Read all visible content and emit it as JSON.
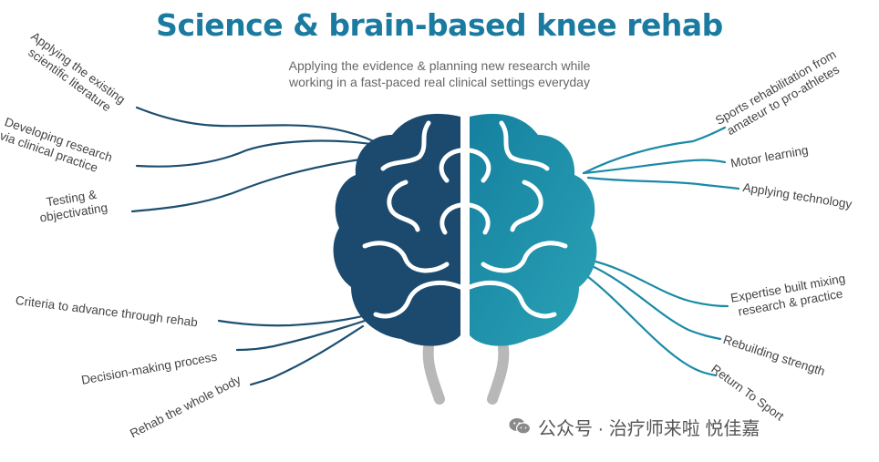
{
  "title": "Science & brain-based knee rehab",
  "subtitle": {
    "line1": "Applying the evidence & planning new research while",
    "line2": "working in a fast-paced real clinical settings everyday"
  },
  "left_labels": [
    {
      "line1": "Applying the existing",
      "line2": "scientific literature"
    },
    {
      "line1": "Developing research",
      "line2": "via clinical practice"
    },
    {
      "line1": "Testing &",
      "line2": "objectivating"
    },
    {
      "line1": "Criteria to advance through rehab"
    },
    {
      "line1": "Decision-making process"
    },
    {
      "line1": "Rehab the whole body"
    }
  ],
  "right_labels": [
    {
      "line1": "Sports rehabilitation from",
      "line2": "amateur to pro-athletes"
    },
    {
      "line1": "Motor learning"
    },
    {
      "line1": "Applying technology"
    },
    {
      "line1": "Expertise built mixing",
      "line2": "research & practice"
    },
    {
      "line1": "Rebuilding strength"
    },
    {
      "line1": "Return To Sport"
    }
  ],
  "watermark": "公众号 · 治疗师来啦 悦佳嘉",
  "colors": {
    "title": "#1a7aa0",
    "brain_left": "#1c4a6e",
    "brain_right": "#15809f",
    "brain_right_light": "#2aa3b6",
    "stem": "#b8b8b8",
    "branch_left": "#1d4e70",
    "branch_right": "#1a8aa6"
  },
  "icons": {
    "watermark": "wechat-icon"
  }
}
